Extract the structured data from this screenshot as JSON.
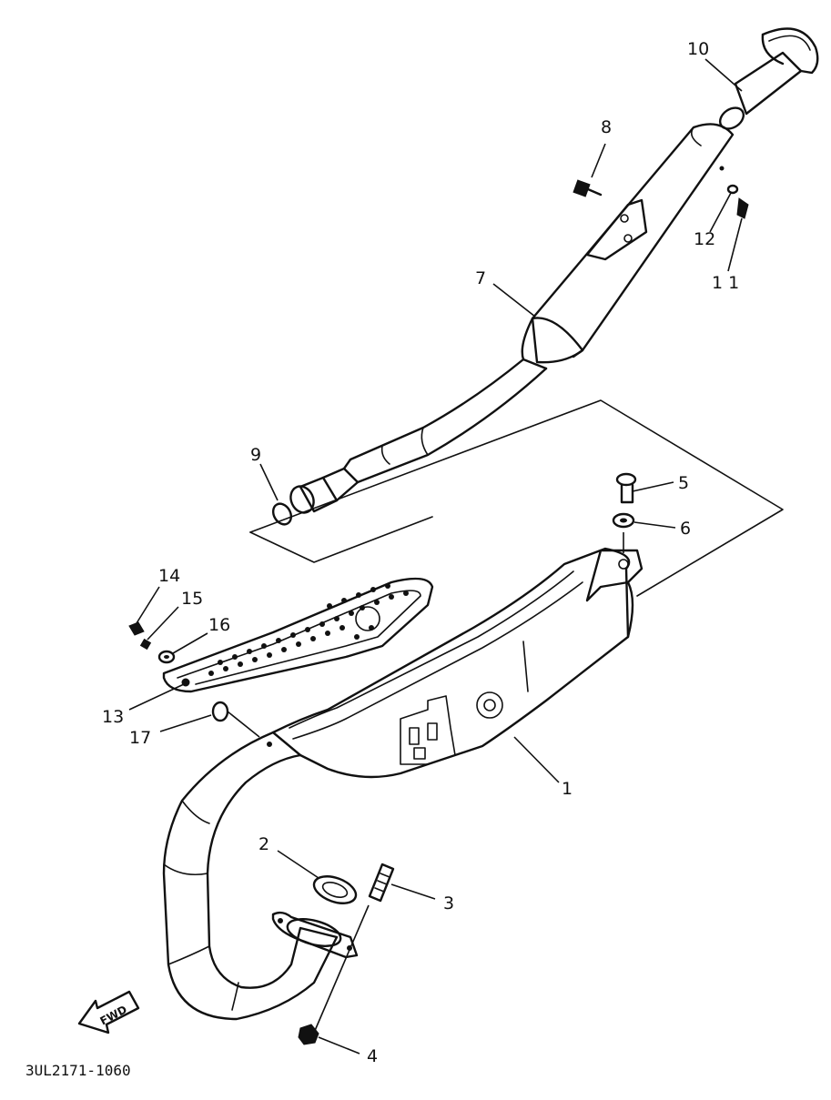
{
  "callouts": [
    {
      "number": "1",
      "part": "muffler"
    },
    {
      "number": "2",
      "part": "gasket"
    },
    {
      "number": "3",
      "part": "stud-bolt"
    },
    {
      "number": "4",
      "part": "nut"
    },
    {
      "number": "5",
      "part": "bolt"
    },
    {
      "number": "6",
      "part": "washer"
    },
    {
      "number": "7",
      "part": "silencer"
    },
    {
      "number": "8",
      "part": "bolt"
    },
    {
      "number": "9",
      "part": "gasket"
    },
    {
      "number": "10",
      "part": "silencer-end-cap"
    },
    {
      "number": "11",
      "part": "screw"
    },
    {
      "number": "12",
      "part": "washer"
    },
    {
      "number": "13",
      "part": "muffler-protector"
    },
    {
      "number": "14",
      "part": "screw"
    },
    {
      "number": "15",
      "part": "spring-washer"
    },
    {
      "number": "16",
      "part": "washer"
    },
    {
      "number": "17",
      "part": "damper"
    }
  ],
  "direction_label": "FWD",
  "drawing_code": "3UL2171-1060"
}
